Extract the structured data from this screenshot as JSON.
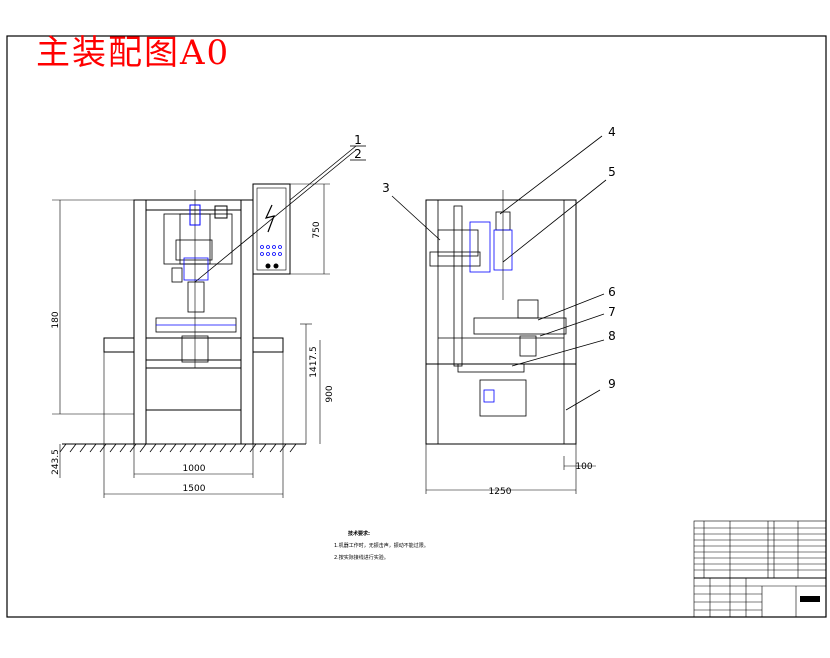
{
  "title": "主装配图A0",
  "dimensions": {
    "left_height": "180",
    "cabinet_height": "750",
    "mid_height": "1417.5",
    "lower_height": "900",
    "foot": "243.5",
    "inner_width": "1000",
    "outer_width": "1500",
    "side_width": "1250",
    "side_foot": "100"
  },
  "balloons": [
    "1",
    "2",
    "3",
    "4",
    "5",
    "6",
    "7",
    "8",
    "9"
  ],
  "notes": {
    "heading": "技术要求:",
    "line1": "1.机器工作时，无振击声，振动不能过限。",
    "line2": "2.按实际接线进行实验。"
  },
  "colors": {
    "title": "#ff0000",
    "lines": "#000000",
    "accent": "#0000ff"
  }
}
